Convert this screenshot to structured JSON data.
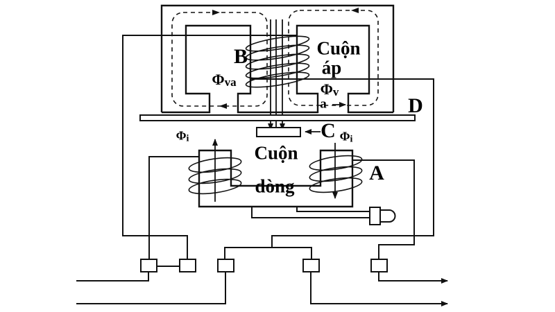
{
  "diagram": {
    "background": "#ffffff",
    "line_color": "#111111",
    "labels": {
      "b": "B",
      "voltage_coil": {
        "line1": "Cuộn",
        "line2": "áp"
      },
      "flux_va": {
        "phi": "Φ",
        "sub": "va"
      },
      "flux_v": {
        "phi": "Φ",
        "sub": "v"
      },
      "flux_v_cont": "a",
      "d": "D",
      "c": "C",
      "flux_i_left": {
        "phi": "Φ",
        "sub": "i"
      },
      "flux_i_right": {
        "phi": "Φ",
        "sub": "i"
      },
      "current_coil": {
        "line1": "Cuộn",
        "line2": "dòng"
      },
      "a": "A"
    }
  }
}
